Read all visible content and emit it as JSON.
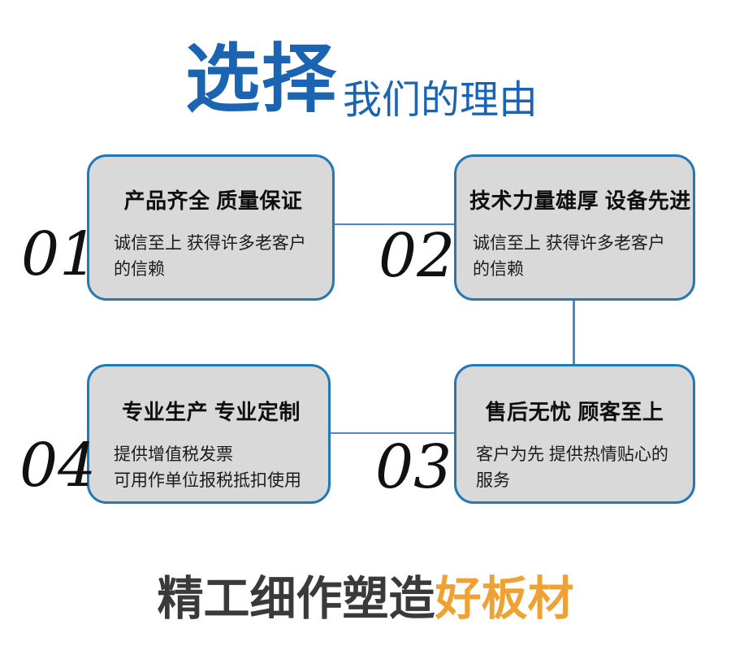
{
  "header": {
    "title_main": "选择",
    "title_sub": "我们的理由"
  },
  "cards": [
    {
      "number": "01",
      "title": "产品齐全 质量保证",
      "body": "诚信至上 获得许多老客户\n的信赖"
    },
    {
      "number": "02",
      "title": "技术力量雄厚 设备先进",
      "body": "诚信至上 获得许多老客户\n的信赖"
    },
    {
      "number": "03",
      "title": "售后无忧 顾客至上",
      "body": "客户为先 提供热情贴心的\n服务"
    },
    {
      "number": "04",
      "title": "专业生产 专业定制",
      "body": "提供增值税发票\n可用作单位报税抵扣使用"
    }
  ],
  "footer": {
    "text_dark": "精工细作塑造",
    "text_accent": "好板材"
  },
  "colors": {
    "title_blue": "#1b64b1",
    "card_border": "#2478b4",
    "card_bg": "#d9d9d9",
    "connector": "#4e8ac5",
    "number_color": "#111111",
    "footer_dark": "#3a3a3c",
    "footer_accent": "#efa133"
  }
}
